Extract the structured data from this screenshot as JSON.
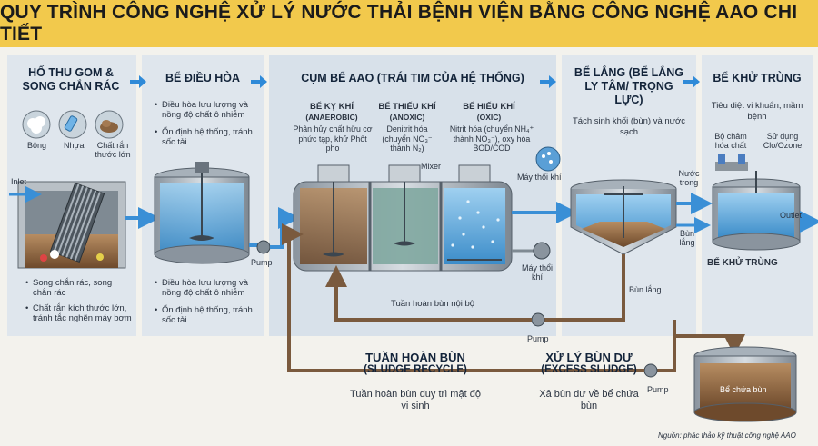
{
  "title": "QUY TRÌNH CÔNG NGHỆ XỬ LÝ NƯỚC THẢI BỆNH VIỆN BẰNG CÔNG NGHỆ AAO CHI TIẾT",
  "sections": {
    "s1": {
      "title1": "HỐ THU GOM &",
      "title2": "SONG CHẮN RÁC",
      "icons": [
        "Bông",
        "Nhựa",
        "Chất rắn thước lớn"
      ],
      "inlet": "Inlet",
      "bullets": [
        "Song chắn rác, song chắn rác",
        "Chất rắn kích thước lớn, tránh tắc nghẽn máy bơm"
      ]
    },
    "s2": {
      "title": "BỂ ĐIỀU HÒA",
      "top_bullets": [
        "Điều hòa lưu lượng và nồng độ chất ô nhiễm",
        "Ổn định hệ thống, tránh sốc tải"
      ],
      "pump": "Pump",
      "bottom_bullets": [
        "Điều hòa lưu lượng và nồng độ chất ô nhiễm",
        "Ổn định hệ thống, tránh sốc tải"
      ]
    },
    "s3": {
      "title": "CỤM BỂ AAO (TRÁI TIM CỦA HỆ THỐNG)",
      "anaerobic": {
        "name": "BỂ KỴ KHÍ",
        "sub": "(ANAEROBIC)",
        "desc": "Phân hủy chất hữu cơ phức tạp, khử Phốt pho"
      },
      "anoxic": {
        "name": "BỂ THIẾU KHÍ",
        "sub": "(ANOXIC)",
        "desc": "Denitrit hóa (chuyển NO₃⁻ thành N₂)"
      },
      "oxic": {
        "name": "BỂ HIẾU KHÍ",
        "sub": "(OXIC)",
        "desc": "Nitrit hóa (chuyển NH₄⁺ thành NO₃⁻), oxy hóa BOD/COD"
      },
      "mixer": "Mixer",
      "blower1": "Máy thổi khí",
      "blower2": "Máy thổi khí",
      "internal_recycle": "Tuần hoàn bùn nội bộ"
    },
    "s4": {
      "title": "BỂ LẮNG (BỂ LẮNG LY TÂM/ TRỌNG LỰC)",
      "desc": "Tách sinh khối (bùn) và nước sạch",
      "sludge_label": "Bùn lắng",
      "pump": "Pump"
    },
    "s5": {
      "title": "BỂ KHỬ TRÙNG",
      "desc": "Tiêu diệt vi khuẩn, mầm bệnh",
      "dosing": "Bộ châm hóa chất",
      "chem": "Sử dụng Clo/Ozone",
      "clear_water": "Nước trong",
      "sludge": "Bùn lắng",
      "outlet": "Outlet",
      "tank_label": "BỂ KHỬ TRÙNG"
    },
    "recycle": {
      "title": "TUẦN HOÀN BÙN",
      "sub": "(SLUDGE RECYCLE)",
      "desc": "Tuần hoàn bùn duy trì mật độ vi sinh"
    },
    "excess": {
      "title": "XỬ LÝ BÙN DƯ",
      "sub": "(EXCESS SLUDGE)",
      "desc": "Xả bùn dư về bể chứa bùn",
      "pump": "Pump",
      "tank": "Bể chứa bùn"
    },
    "source": "Nguồn: phác thảo kỹ thuật công nghệ AAO"
  }
}
